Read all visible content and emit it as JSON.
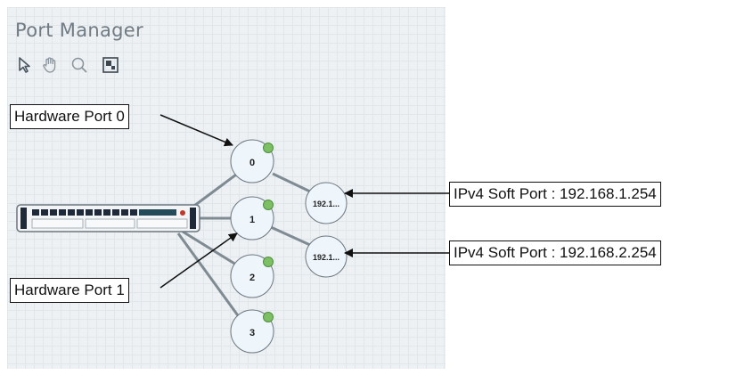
{
  "app": {
    "title": "Port Manager"
  },
  "toolbar": {
    "tools": [
      {
        "icon": "pointer-icon"
      },
      {
        "icon": "hand-pan-icon"
      },
      {
        "icon": "zoom-icon"
      },
      {
        "icon": "overview-icon"
      }
    ]
  },
  "colors": {
    "canvas_bg": "#eef1f3",
    "node_fill": "#eef5fb",
    "status_green": "#7cc063",
    "link": "#7f8b93"
  },
  "ports": {
    "p0": {
      "label": "0",
      "status": "up"
    },
    "p1": {
      "label": "1",
      "status": "up"
    },
    "p2": {
      "label": "2",
      "status": "up"
    },
    "p3": {
      "label": "3",
      "status": "up"
    }
  },
  "soft_ports": {
    "s1": {
      "label": "192.1..."
    },
    "s2": {
      "label": "192.1..."
    }
  },
  "callouts": {
    "hw0": "Hardware Port 0",
    "hw1": "Hardware Port 1",
    "soft1": "IPv4 Soft Port : 192.168.1.254",
    "soft2": "IPv4 Soft Port : 192.168.2.254"
  }
}
